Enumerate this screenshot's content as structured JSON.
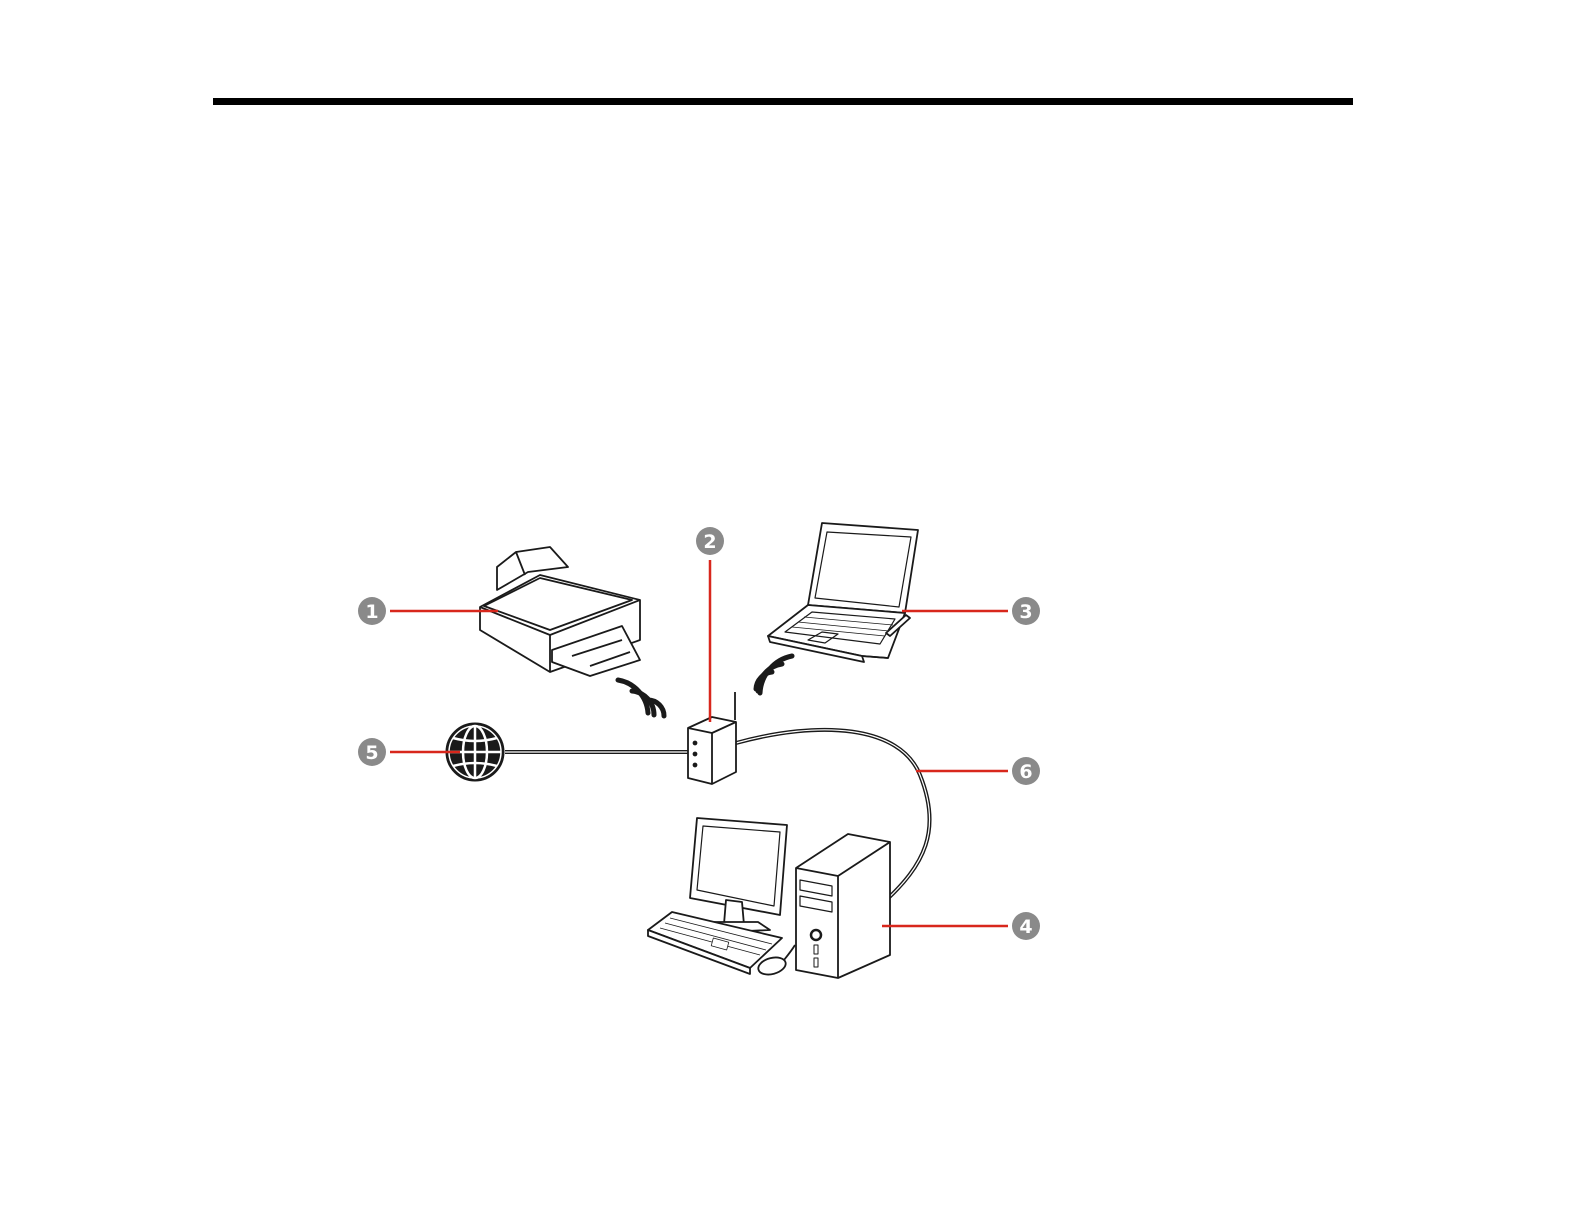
{
  "colors": {
    "rule": "#000000",
    "callout_line": "#d8271c",
    "callout_badge": "#8a8a8a",
    "device_stroke": "#1a1a1a"
  },
  "callouts": [
    {
      "number": "1",
      "target": "printer-icon"
    },
    {
      "number": "2",
      "target": "wireless-router-icon"
    },
    {
      "number": "3",
      "target": "laptop-icon"
    },
    {
      "number": "4",
      "target": "desktop-tower-icon"
    },
    {
      "number": "5",
      "target": "internet-globe-icon"
    },
    {
      "number": "6",
      "target": "ethernet-cable"
    }
  ],
  "icons": [
    "printer-icon",
    "wireless-router-icon",
    "laptop-icon",
    "desktop-computer-icon",
    "internet-globe-icon",
    "wifi-signal-icon"
  ]
}
